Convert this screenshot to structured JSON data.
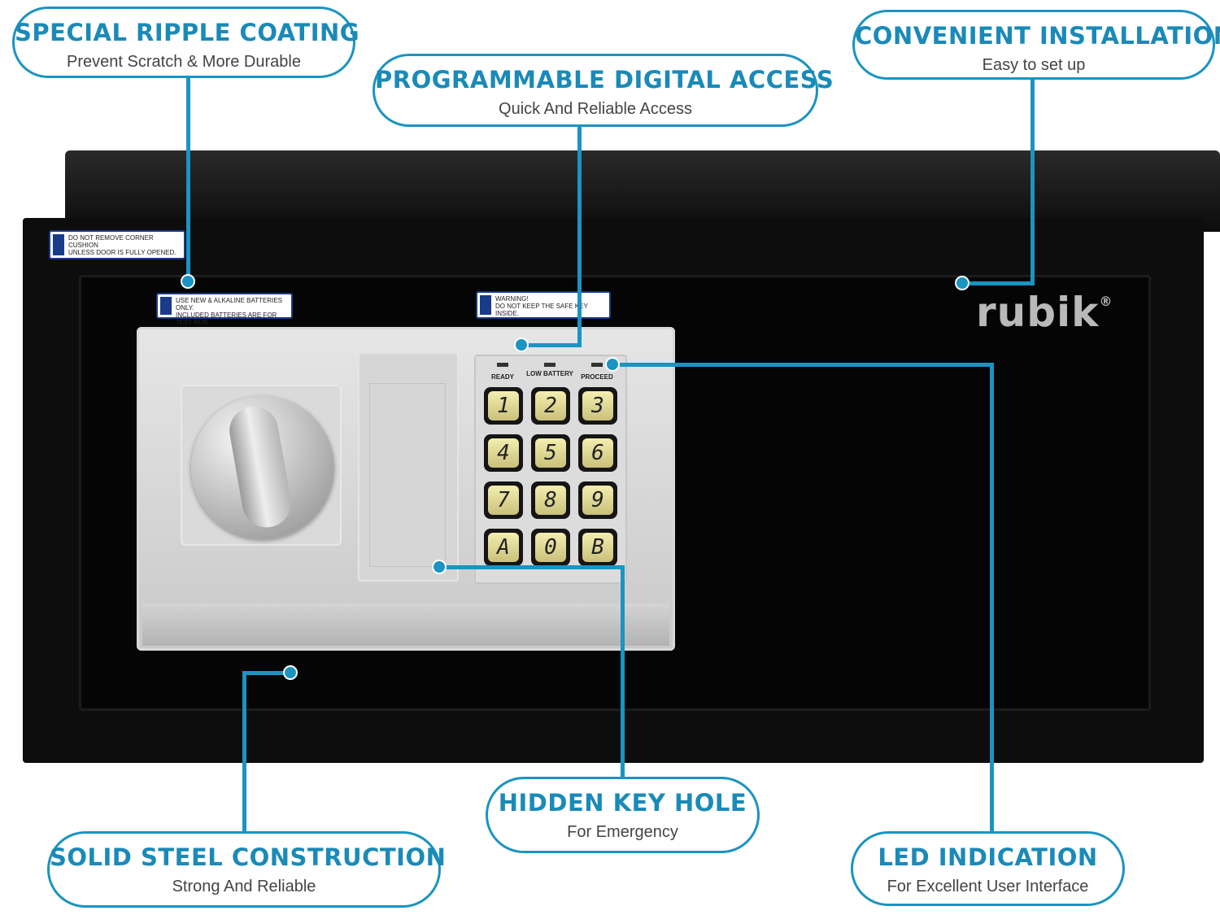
{
  "callouts": {
    "ripple": {
      "title": "SPECIAL RIPPLE COATING",
      "subtitle": "Prevent Scratch & More Durable"
    },
    "digital": {
      "title": "PROGRAMMABLE DIGITAL ACCESS",
      "subtitle": "Quick And Reliable Access"
    },
    "installation": {
      "title": "CONVENIENT INSTALLATION",
      "subtitle": "Easy to set up"
    },
    "keyhole": {
      "title": "HIDDEN KEY HOLE",
      "subtitle": "For Emergency"
    },
    "steel": {
      "title": "SOLID STEEL CONSTRUCTION",
      "subtitle": "Strong And Reliable"
    },
    "led": {
      "title": "LED INDICATION",
      "subtitle": "For Excellent User Interface"
    }
  },
  "stickers": {
    "brand": "rubik",
    "cushion": [
      "DO NOT REMOVE CORNER CUSHION",
      "UNLESS DOOR IS FULLY OPENED."
    ],
    "battery": [
      "USE NEW & ALKALINE BATTERIES ONLY.",
      "INCLUDED BATTERIES ARE FOR TEST RUN."
    ],
    "warning": [
      "WARNING!",
      "DO NOT KEEP THE SAFE KEY INSIDE."
    ]
  },
  "keypad": {
    "indicators": [
      "READY",
      "LOW BATTERY",
      "PROCEED"
    ],
    "keys": [
      "1",
      "2",
      "3",
      "4",
      "5",
      "6",
      "7",
      "8",
      "9",
      "A",
      "0",
      "B"
    ]
  },
  "brand": {
    "name": "rubik",
    "mark": "®"
  },
  "colors": {
    "accent": "#1a94c2",
    "safe": "#0d0d0d",
    "keys": "#e6dd98"
  }
}
